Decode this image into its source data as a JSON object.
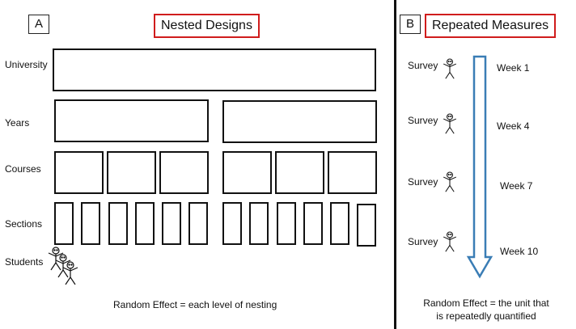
{
  "panel_a": {
    "letter": "A",
    "title": "Nested Designs",
    "row_labels": {
      "university": "University",
      "years": "Years",
      "courses": "Courses",
      "sections": "Sections",
      "students": "Students"
    },
    "caption": "Random Effect = each level of nesting"
  },
  "panel_b": {
    "letter": "B",
    "title": "Repeated Measures",
    "survey_label": "Survey",
    "weeks": [
      "Week 1",
      "Week 4",
      "Week 7",
      "Week 10"
    ],
    "caption_line1": "Random Effect = the unit that",
    "caption_line2": "is repeatedly quantified"
  },
  "colors": {
    "title_border": "#d01c1c",
    "arrow_stroke": "#3a7db5"
  }
}
